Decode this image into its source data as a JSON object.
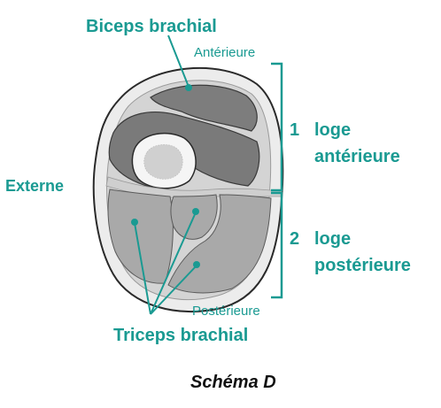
{
  "colors": {
    "accent": "#1a9a92",
    "muscle": "#7d7d7d",
    "muscle_light": "#a8a8a8",
    "fascia": "#d4d4d4",
    "bone": "#f4f4f4",
    "outline": "#2a2a2a"
  },
  "labels": {
    "biceps": "Biceps brachial",
    "anterior_small": "Antérieure",
    "external": "Externe",
    "posterior_small": "Postérieure",
    "triceps": "Triceps brachial"
  },
  "compartments": {
    "anterior": {
      "number": "1",
      "line1": "loge",
      "line2": "antérieure"
    },
    "posterior": {
      "number": "2",
      "line1": "loge",
      "line2": "postérieure"
    }
  },
  "caption": "Schéma D"
}
